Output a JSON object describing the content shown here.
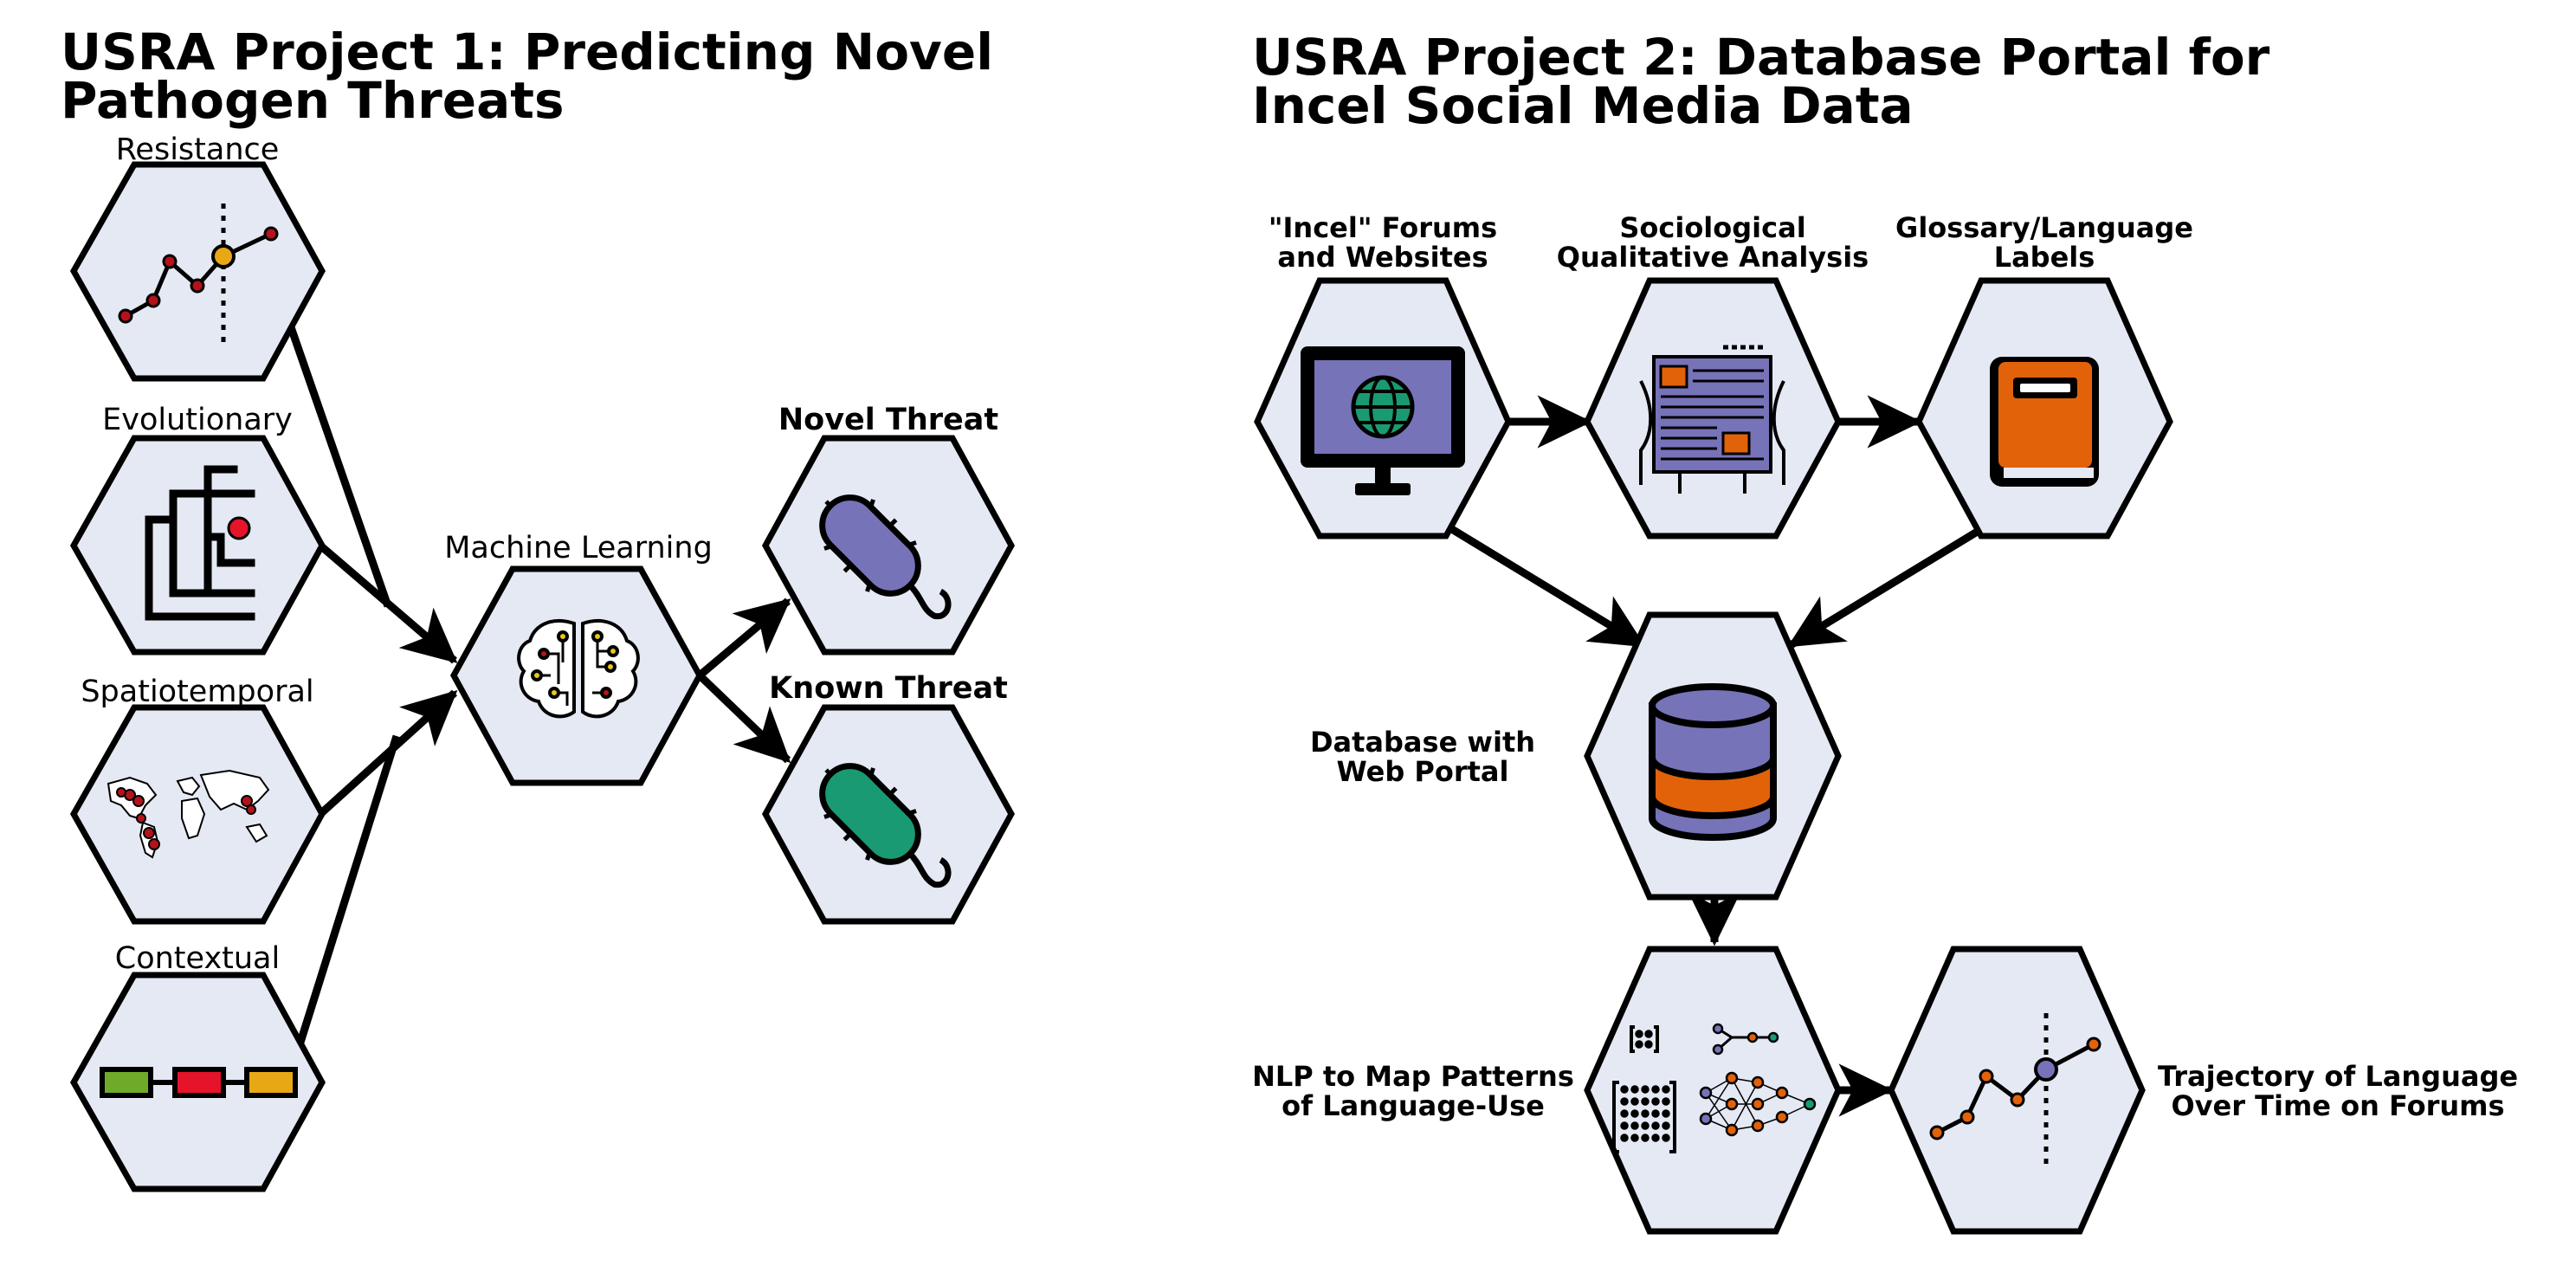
{
  "project1": {
    "title_line1": "USRA Project 1: Predicting Novel",
    "title_line2": "Pathogen Threats",
    "nodes": {
      "resistance": "Resistance",
      "evolutionary": "Evolutionary",
      "spatiotemporal": "Spatiotemporal",
      "contextual": "Contextual",
      "machine_learning": "Machine Learning",
      "novel_threat": "Novel Threat",
      "known_threat": "Known Threat"
    }
  },
  "project2": {
    "title_line1": "USRA Project 2: Database Portal for",
    "title_line2": "Incel Social Media Data",
    "nodes": {
      "forums_line1": "\"Incel\" Forums",
      "forums_line2": "and Websites",
      "analysis_line1": "Sociological",
      "analysis_line2": "Qualitative Analysis",
      "glossary_line1": "Glossary/Language",
      "glossary_line2": "Labels",
      "database_line1": "Database with",
      "database_line2": "Web Portal",
      "nlp_line1": "NLP to Map Patterns",
      "nlp_line2": "of Language-Use",
      "trajectory_line1": "Trajectory of Language",
      "trajectory_line2": "Over Time on Forums"
    }
  },
  "colors": {
    "hex_fill": "#e4e9f4",
    "purple": "#7773b8",
    "orange": "#e2620a",
    "green": "#1a9a72",
    "red": "#e5142a",
    "yellow": "#e8a816",
    "lime": "#6fab28"
  },
  "icons": [
    "line-chart-icon",
    "phylogenetic-tree-icon",
    "world-map-icon",
    "sequence-blocks-icon",
    "brain-circuit-icon",
    "bacteria-icon",
    "monitor-globe-icon",
    "newspaper-icon",
    "book-icon",
    "database-icon",
    "neural-network-icon"
  ]
}
